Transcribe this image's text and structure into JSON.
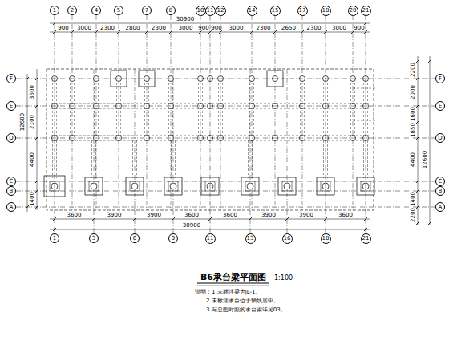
{
  "diagram": {
    "title": "B6承台梁平面图",
    "nodes": [
      {
        "text": [
          "1"
        ]
      },
      {
        "text": [
          "2"
        ]
      },
      {
        "text": [
          "4"
        ]
      },
      {
        "text": [
          "5"
        ]
      },
      {
        "text": [
          "7"
        ]
      },
      {
        "text": [
          "8"
        ]
      },
      {
        "text": [
          "10"
        ]
      },
      {
        "text": [
          "11"
        ]
      },
      {
        "text": [
          "12"
        ]
      },
      {
        "text": [
          "14"
        ]
      },
      {
        "text": [
          "15"
        ]
      },
      {
        "text": [
          "17"
        ]
      },
      {
        "text": [
          "18"
        ]
      },
      {
        "text": [
          "20"
        ]
      },
      {
        "text": [
          "21"
        ]
      },
      {
        "text": [
          "F"
        ]
      },
      {
        "text": [
          "E"
        ]
      },
      {
        "text": [
          "D"
        ]
      },
      {
        "text": [
          "C"
        ]
      },
      {
        "text": [
          "B"
        ]
      },
      {
        "text": [
          "A"
        ]
      },
      {
        "text": [
          "F"
        ]
      },
      {
        "text": [
          "E"
        ]
      },
      {
        "text": [
          "D"
        ]
      },
      {
        "text": [
          "C"
        ]
      },
      {
        "text": [
          "B"
        ]
      },
      {
        "text": [
          "A"
        ]
      },
      {
        "text": [
          "1"
        ]
      },
      {
        "text": [
          "3"
        ]
      },
      {
        "text": [
          "6"
        ]
      },
      {
        "text": [
          "9"
        ]
      },
      {
        "text": [
          "11"
        ]
      },
      {
        "text": [
          "13"
        ]
      },
      {
        "text": [
          "16"
        ]
      },
      {
        "text": [
          "18"
        ]
      },
      {
        "text": [
          "21"
        ]
      }
    ],
    "edges": [
      {
        "from": 0,
        "to": 27,
        "arrow": "none"
      },
      {
        "from": 7,
        "to": 31,
        "arrow": "none"
      },
      {
        "from": 12,
        "to": 34,
        "arrow": "none"
      },
      {
        "from": 14,
        "to": 35,
        "arrow": "none"
      },
      {
        "from": 15,
        "to": 21,
        "arrow": "none"
      },
      {
        "from": 16,
        "to": 22,
        "arrow": "none"
      },
      {
        "from": 17,
        "to": 23,
        "arrow": "none"
      },
      {
        "from": 18,
        "to": 24,
        "arrow": "none"
      },
      {
        "from": 19,
        "to": 25,
        "arrow": "none"
      },
      {
        "from": 20,
        "to": 26,
        "arrow": "none"
      }
    ],
    "labels": [
      "900",
      "3000",
      "2300",
      "2800",
      "2300",
      "3000",
      "900",
      "900",
      "3000",
      "2300",
      "2650",
      "2300",
      "3000",
      "900",
      "30900",
      "3600",
      "3900",
      "3900",
      "3600",
      "3600",
      "3900",
      "3900",
      "3600",
      "30900",
      "3600",
      "2100",
      "4400",
      "1400",
      "12600",
      "2200",
      "2000",
      "1600",
      "1850",
      "4400",
      "1400",
      "2200",
      "12600",
      "1:100",
      "说明：1.未标注梁为JL-1。",
      "2.未标注承台位于轴线居中。",
      "3.与总图对照的承台梁详见03。"
    ]
  }
}
